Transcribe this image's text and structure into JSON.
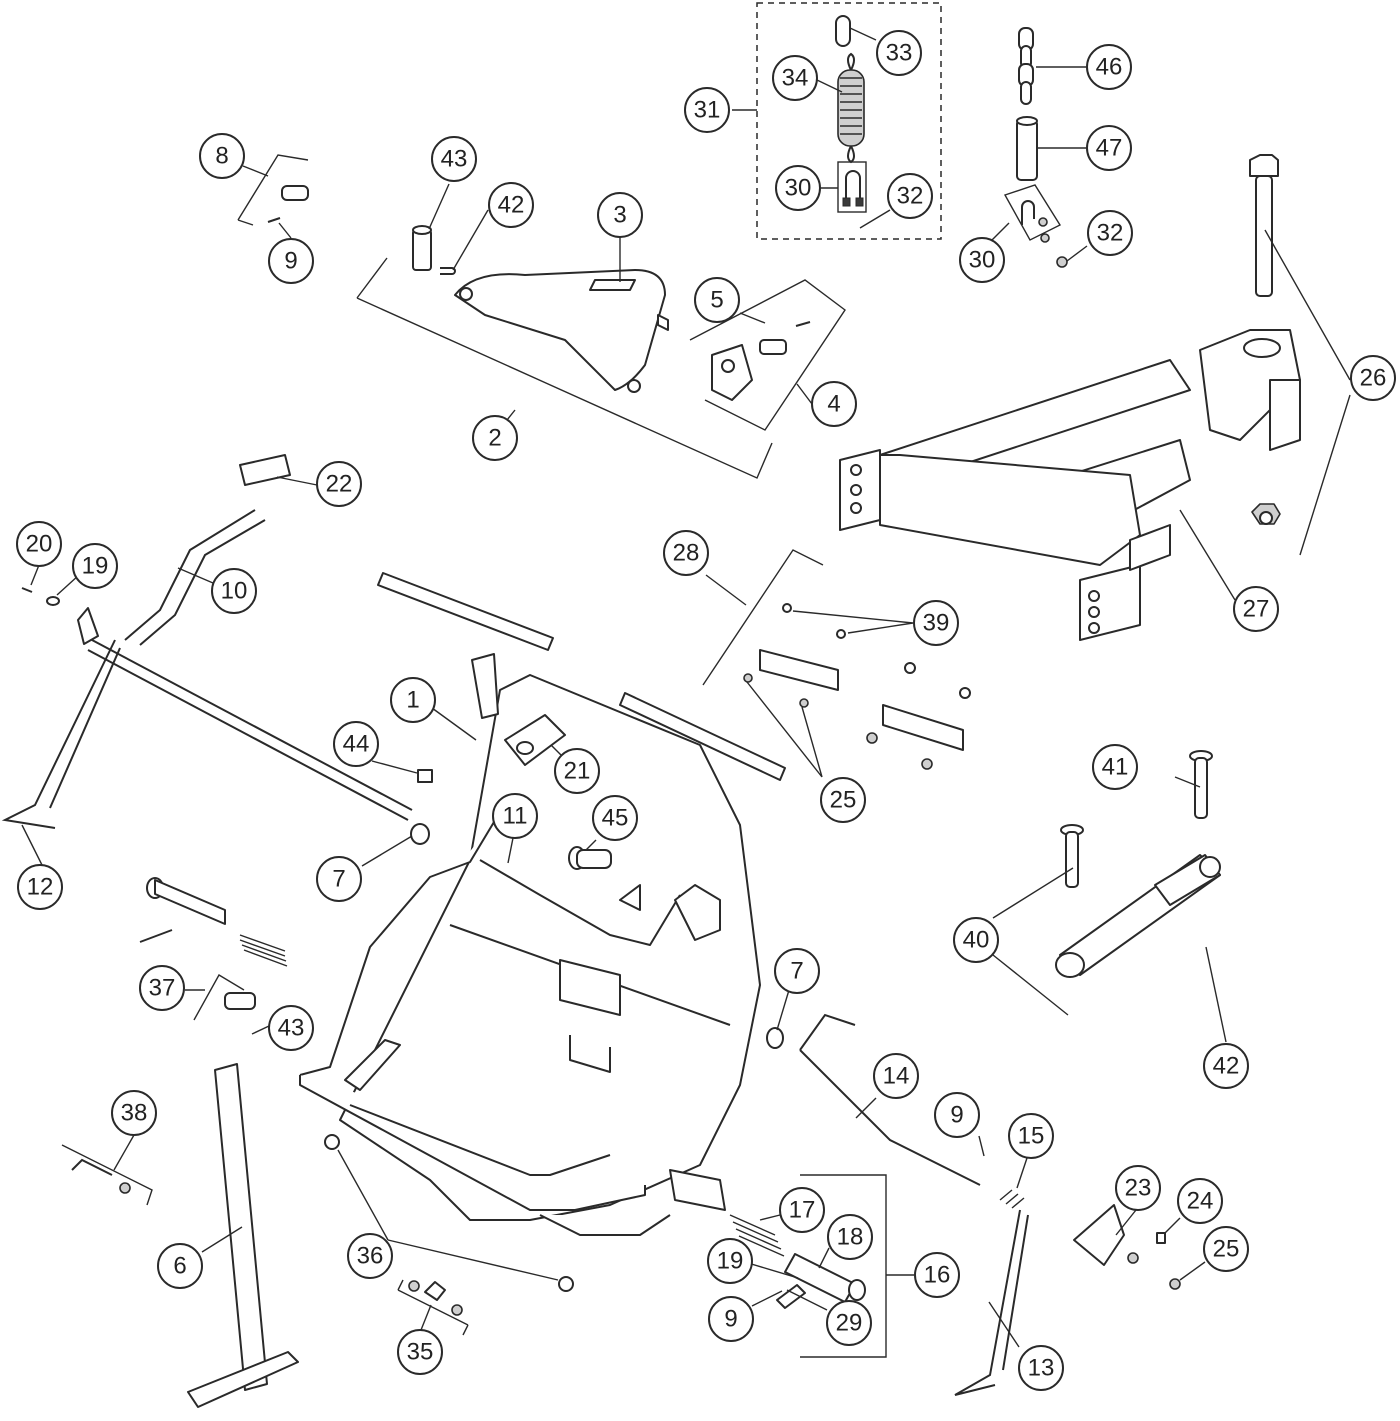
{
  "callouts": [
    {
      "id": "c1",
      "label": "1"
    },
    {
      "id": "c2",
      "label": "2"
    },
    {
      "id": "c3",
      "label": "3"
    },
    {
      "id": "c4",
      "label": "4"
    },
    {
      "id": "c5",
      "label": "5"
    },
    {
      "id": "c6",
      "label": "6"
    },
    {
      "id": "c7a",
      "label": "7"
    },
    {
      "id": "c7b",
      "label": "7"
    },
    {
      "id": "c8",
      "label": "8"
    },
    {
      "id": "c9a",
      "label": "9"
    },
    {
      "id": "c9b",
      "label": "9"
    },
    {
      "id": "c9c",
      "label": "9"
    },
    {
      "id": "c10",
      "label": "10"
    },
    {
      "id": "c11",
      "label": "11"
    },
    {
      "id": "c12",
      "label": "12"
    },
    {
      "id": "c13",
      "label": "13"
    },
    {
      "id": "c14",
      "label": "14"
    },
    {
      "id": "c15",
      "label": "15"
    },
    {
      "id": "c16",
      "label": "16"
    },
    {
      "id": "c17",
      "label": "17"
    },
    {
      "id": "c18",
      "label": "18"
    },
    {
      "id": "c19a",
      "label": "19"
    },
    {
      "id": "c19b",
      "label": "19"
    },
    {
      "id": "c20",
      "label": "20"
    },
    {
      "id": "c21",
      "label": "21"
    },
    {
      "id": "c22",
      "label": "22"
    },
    {
      "id": "c23",
      "label": "23"
    },
    {
      "id": "c24",
      "label": "24"
    },
    {
      "id": "c25a",
      "label": "25"
    },
    {
      "id": "c25b",
      "label": "25"
    },
    {
      "id": "c26",
      "label": "26"
    },
    {
      "id": "c27",
      "label": "27"
    },
    {
      "id": "c28",
      "label": "28"
    },
    {
      "id": "c29",
      "label": "29"
    },
    {
      "id": "c30a",
      "label": "30"
    },
    {
      "id": "c30b",
      "label": "30"
    },
    {
      "id": "c31",
      "label": "31"
    },
    {
      "id": "c32a",
      "label": "32"
    },
    {
      "id": "c32b",
      "label": "32"
    },
    {
      "id": "c33",
      "label": "33"
    },
    {
      "id": "c34",
      "label": "34"
    },
    {
      "id": "c35",
      "label": "35"
    },
    {
      "id": "c36",
      "label": "36"
    },
    {
      "id": "c37",
      "label": "37"
    },
    {
      "id": "c38",
      "label": "38"
    },
    {
      "id": "c39",
      "label": "39"
    },
    {
      "id": "c40",
      "label": "40"
    },
    {
      "id": "c41",
      "label": "41"
    },
    {
      "id": "c42a",
      "label": "42"
    },
    {
      "id": "c42b",
      "label": "42"
    },
    {
      "id": "c43a",
      "label": "43"
    },
    {
      "id": "c43b",
      "label": "43"
    },
    {
      "id": "c44",
      "label": "44"
    },
    {
      "id": "c45",
      "label": "45"
    },
    {
      "id": "c46",
      "label": "46"
    },
    {
      "id": "c47",
      "label": "47"
    }
  ]
}
